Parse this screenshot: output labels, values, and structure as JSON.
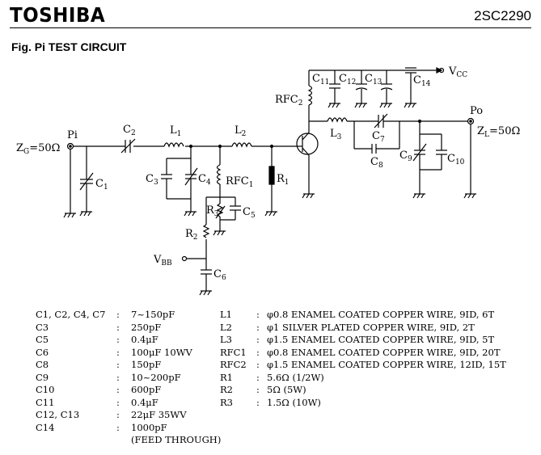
{
  "header": {
    "brand": "TOSHIBA",
    "part_number": "2SC2290"
  },
  "figure": {
    "title": "Fig. Pi TEST CIRCUIT",
    "labels": {
      "pi": "Pi",
      "po": "Po",
      "zg": "Z",
      "zg_sub": "G",
      "zg_val": "=50Ω",
      "zl": "Z",
      "zl_sub": "L",
      "zl_val": "=50Ω",
      "vcc": "V",
      "vcc_sub": "CC",
      "vbb": "V",
      "vbb_sub": "BB",
      "c1": "C",
      "c1_sub": "1",
      "c2": "C",
      "c2_sub": "2",
      "c3": "C",
      "c3_sub": "3",
      "c4": "C",
      "c4_sub": "4",
      "c5": "C",
      "c5_sub": "5",
      "c6": "C",
      "c6_sub": "6",
      "c7": "C",
      "c7_sub": "7",
      "c8": "C",
      "c8_sub": "8",
      "c9": "C",
      "c9_sub": "9",
      "c10": "C",
      "c10_sub": "10",
      "c11": "C",
      "c11_sub": "11",
      "c12": "C",
      "c12_sub": "12",
      "c13": "C",
      "c13_sub": "13",
      "c14": "C",
      "c14_sub": "14",
      "l1": "L",
      "l1_sub": "1",
      "l2": "L",
      "l2_sub": "2",
      "l3": "L",
      "l3_sub": "3",
      "rfc1": "RFC",
      "rfc1_sub": "1",
      "rfc2": "RFC",
      "rfc2_sub": "2",
      "r1": "R",
      "r1_sub": "1",
      "r2": "R",
      "r2_sub": "2",
      "r3": "R",
      "r3_sub": "3"
    }
  },
  "components_left": [
    {
      "name": "C1, C2, C4, C7",
      "colon": ":",
      "value": "7~150pF"
    },
    {
      "name": "C3",
      "colon": ":",
      "value": "250pF"
    },
    {
      "name": "C5",
      "colon": ":",
      "value": "0.4μF"
    },
    {
      "name": "C6",
      "colon": ":",
      "value": "100μF 10WV"
    },
    {
      "name": "C8",
      "colon": ":",
      "value": "150pF"
    },
    {
      "name": "C9",
      "colon": ":",
      "value": "10~200pF"
    },
    {
      "name": "C10",
      "colon": ":",
      "value": "600pF"
    },
    {
      "name": "C11",
      "colon": ":",
      "value": "0.4μF"
    },
    {
      "name": "C12, C13",
      "colon": ":",
      "value": "22μF 35WV"
    },
    {
      "name": "C14",
      "colon": ":",
      "value": "1000pF"
    },
    {
      "name": "",
      "colon": "",
      "value": "(FEED THROUGH)"
    }
  ],
  "components_right": [
    {
      "name": "L1",
      "colon": ":",
      "value": "φ0.8 ENAMEL COATED COPPER WIRE, 9ID, 6T"
    },
    {
      "name": "L2",
      "colon": ":",
      "value": "φ1 SILVER PLATED COPPER WIRE, 9ID, 2T"
    },
    {
      "name": "L3",
      "colon": ":",
      "value": "φ1.5 ENAMEL COATED COPPER WIRE, 9ID, 5T"
    },
    {
      "name": "RFC1",
      "colon": ":",
      "value": "φ0.8 ENAMEL COATED COPPER WIRE, 9ID, 20T"
    },
    {
      "name": "RFC2",
      "colon": ":",
      "value": "φ1.5 ENAMEL COATED COPPER WIRE, 12ID, 15T"
    },
    {
      "name": "R1",
      "colon": ":",
      "value": "5.6Ω (1/2W)"
    },
    {
      "name": "R2",
      "colon": ":",
      "value": "5Ω (5W)"
    },
    {
      "name": "R3",
      "colon": ":",
      "value": "1.5Ω (10W)"
    }
  ]
}
